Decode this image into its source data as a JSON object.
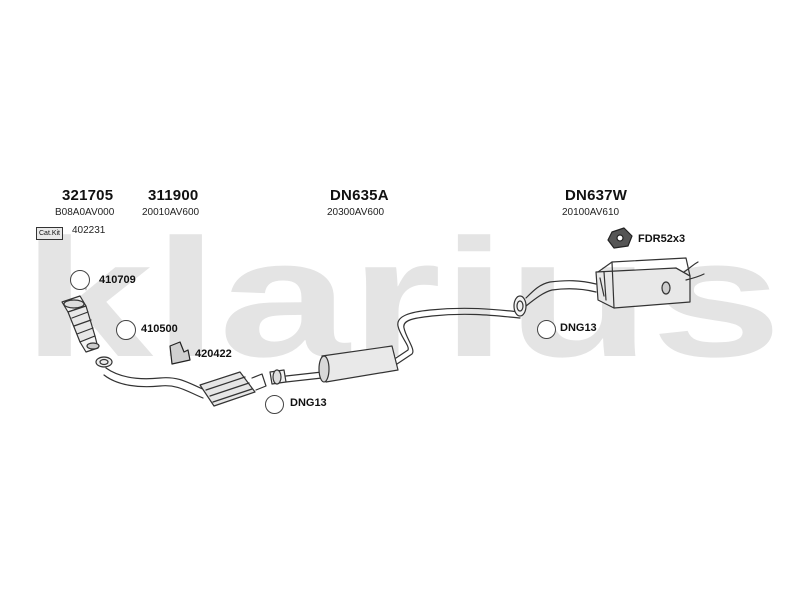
{
  "watermark": {
    "text": "klarius",
    "color": "#e4e4e4"
  },
  "groups": [
    {
      "part_number": "321705",
      "oe_number": "B08A0AV000"
    },
    {
      "part_number": "311900",
      "oe_number": "20010AV600"
    },
    {
      "part_number": "DN635A",
      "oe_number": "20300AV600"
    },
    {
      "part_number": "DN637W",
      "oe_number": "20100AV610"
    }
  ],
  "cat_kit": {
    "tag": "Cat.Kit",
    "number": "402231"
  },
  "accessories": [
    {
      "label": "410709"
    },
    {
      "label": "410500"
    },
    {
      "label": "420422"
    },
    {
      "label": "DNG13"
    },
    {
      "label": "DNG13"
    },
    {
      "label": "FDR52x3"
    }
  ]
}
